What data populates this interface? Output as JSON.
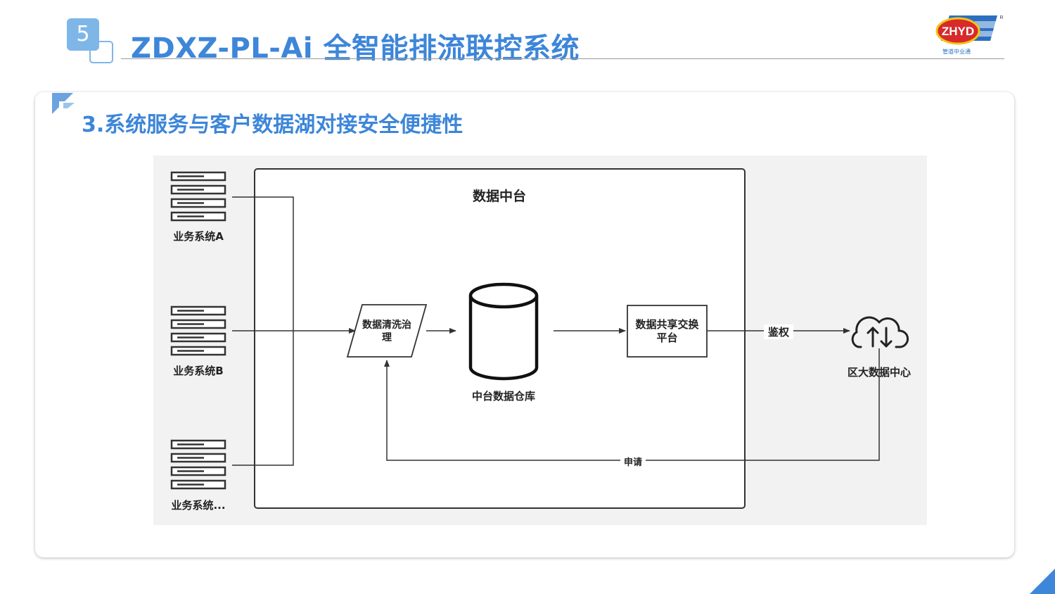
{
  "header": {
    "section_number": "5",
    "title": "ZDXZ-PL-Ai 全智能排流联控系统",
    "logo_text": "ZHYD",
    "logo_subtext": "管道中业通",
    "logo_mark": "R"
  },
  "section": {
    "title": "3.系统服务与客户数据湖对接安全便捷性"
  },
  "diagram": {
    "platform_title": "数据中台",
    "systems": [
      {
        "label": "业务系统A"
      },
      {
        "label": "业务系统B"
      },
      {
        "label": "业务系统..."
      }
    ],
    "cleaning_node": "数据清洗治理",
    "warehouse_label": "中台数据仓库",
    "exchange_node": "数据共享交换平台",
    "auth_label": "鉴权",
    "apply_label": "申请",
    "datacenter_label": "区大数据中心"
  },
  "colors": {
    "accent_blue": "#3d86d9",
    "light_blue": "#7fb6e8",
    "diagram_bg": "#f2f2f2",
    "line": "#333333"
  }
}
